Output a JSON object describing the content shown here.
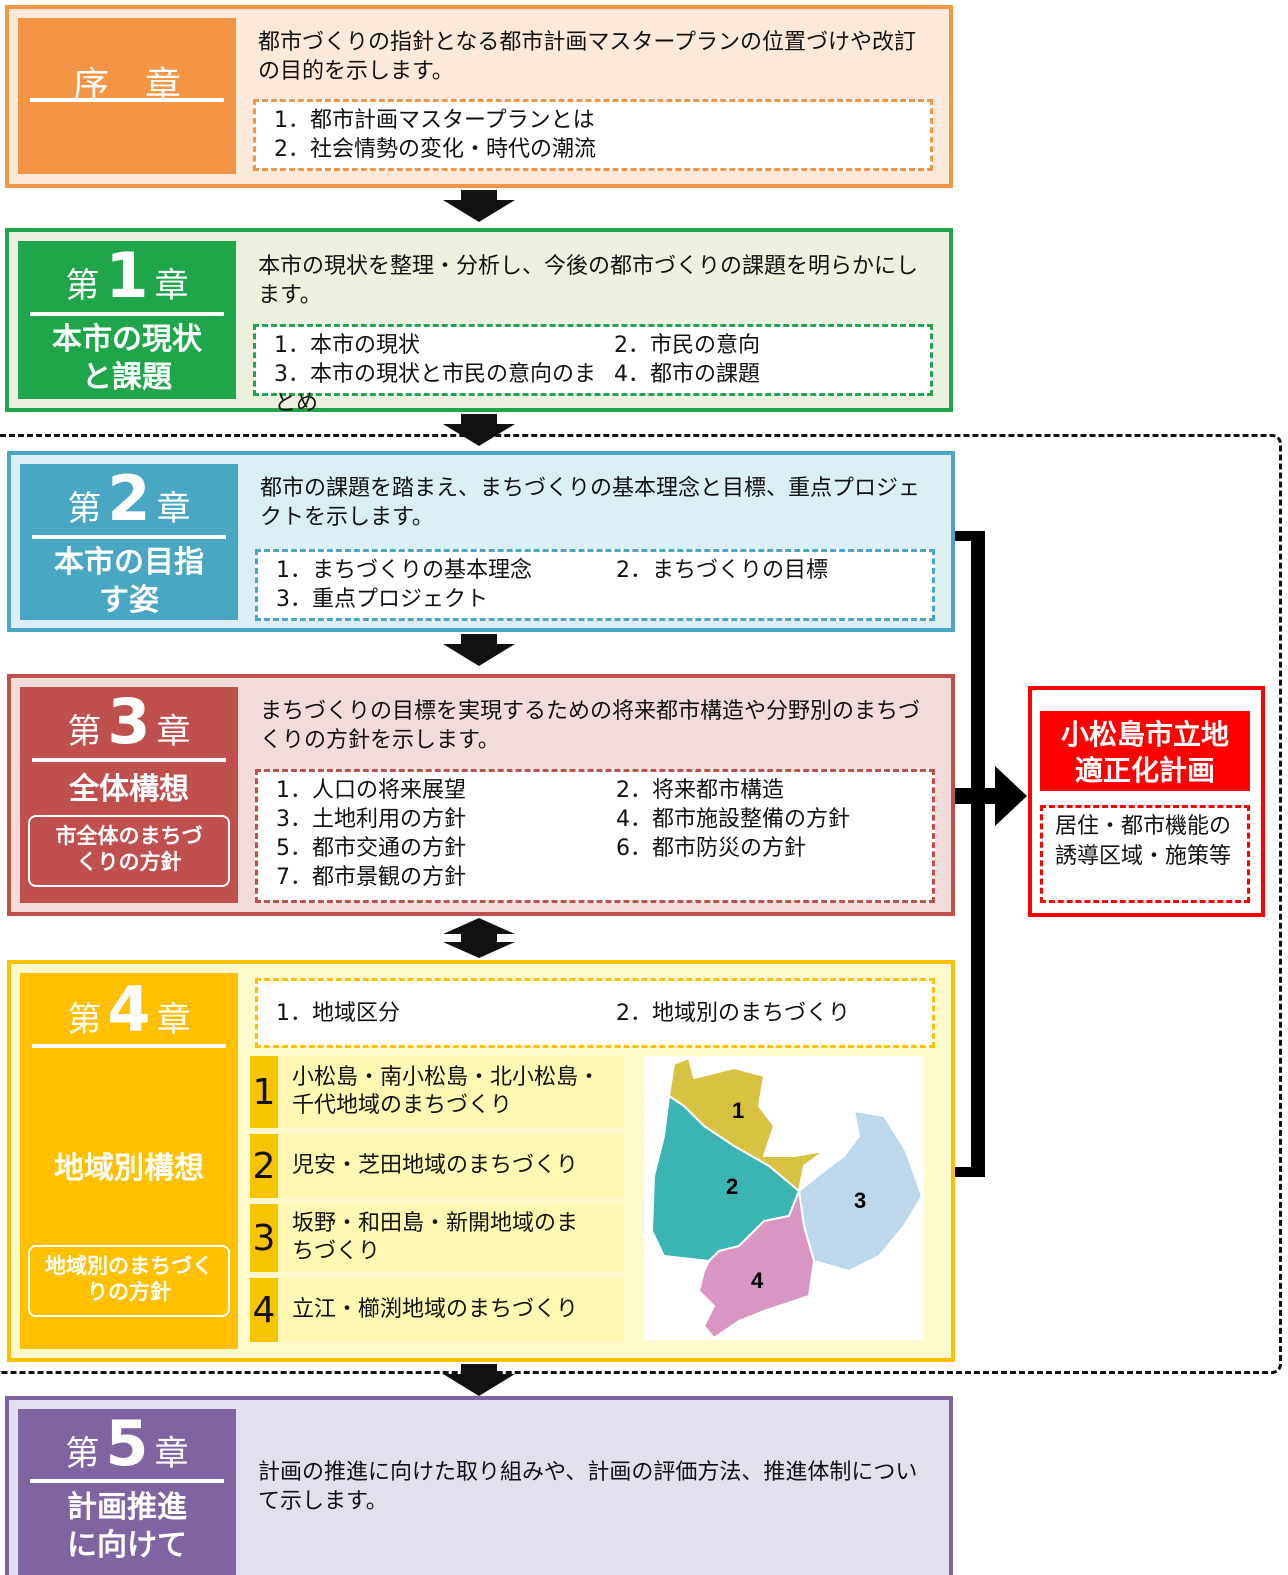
{
  "prologue": {
    "title": "序　章",
    "description": "都市づくりの指針となる都市計画マスタープランの位置づけや改訂の目的を示します。",
    "items": [
      "1．都市計画マスタープランとは",
      "2．社会情勢の変化・時代の潮流"
    ],
    "color": "#f39545"
  },
  "chapter1": {
    "prefix": "第",
    "number": "1",
    "suffix": "章",
    "subtitle": "本市の現状と課題",
    "description": "本市の現状を整理・分析し、今後の都市づくりの課題を明らかにします。",
    "items": [
      "1．本市の現状",
      "2．市民の意向",
      "3．本市の現状と市民の意向のまとめ",
      "4．都市の課題"
    ],
    "color": "#1fa64a"
  },
  "chapter2": {
    "prefix": "第",
    "number": "2",
    "suffix": "章",
    "subtitle": "本市の目指す姿",
    "description": "都市の課題を踏まえ、まちづくりの基本理念と目標、重点プロジェクトを示します。",
    "items": [
      "1．まちづくりの基本理念",
      "2．まちづくりの目標",
      "3．重点プロジェクト"
    ],
    "color": "#4aa7c4"
  },
  "chapter3": {
    "prefix": "第",
    "number": "3",
    "suffix": "章",
    "subtitle": "全体構想",
    "badge": "市全体のまちづくりの方針",
    "description": "まちづくりの目標を実現するための将来都市構造や分野別のまちづくりの方針を示します。",
    "items": [
      "1．人口の将来展望",
      "2．将来都市構造",
      "3．土地利用の方針",
      "4．都市施設整備の方針",
      "5．都市交通の方針",
      "6．都市防災の方針",
      "7．都市景観の方針"
    ],
    "color": "#c0504d"
  },
  "chapter4": {
    "prefix": "第",
    "number": "4",
    "suffix": "章",
    "subtitle": "地域別構想",
    "badge": "地域別のまちづくりの方針",
    "items": [
      "1．地域区分",
      "2．地域別のまちづくり"
    ],
    "areas": [
      {
        "num": "1",
        "text": "小松島・南小松島・北小松島・千代地域のまちづくり"
      },
      {
        "num": "2",
        "text": "児安・芝田地域のまちづくり"
      },
      {
        "num": "3",
        "text": "坂野・和田島・新開地域のまちづくり"
      },
      {
        "num": "4",
        "text": "立江・櫛渕地域のまちづくり"
      }
    ],
    "map_labels": [
      "1",
      "2",
      "3",
      "4"
    ],
    "color": "#ffc000"
  },
  "chapter5": {
    "prefix": "第",
    "number": "5",
    "suffix": "章",
    "subtitle": "計画推進に向けて",
    "description": "計画の推進に向けた取り組みや、計画の評価方法、推進体制について示します。",
    "color": "#8064a2"
  },
  "location_plan": {
    "title": "小松島市立地適正化計画",
    "body": "居住・都市機能の誘導区域・施策等",
    "color": "#ff0000"
  }
}
